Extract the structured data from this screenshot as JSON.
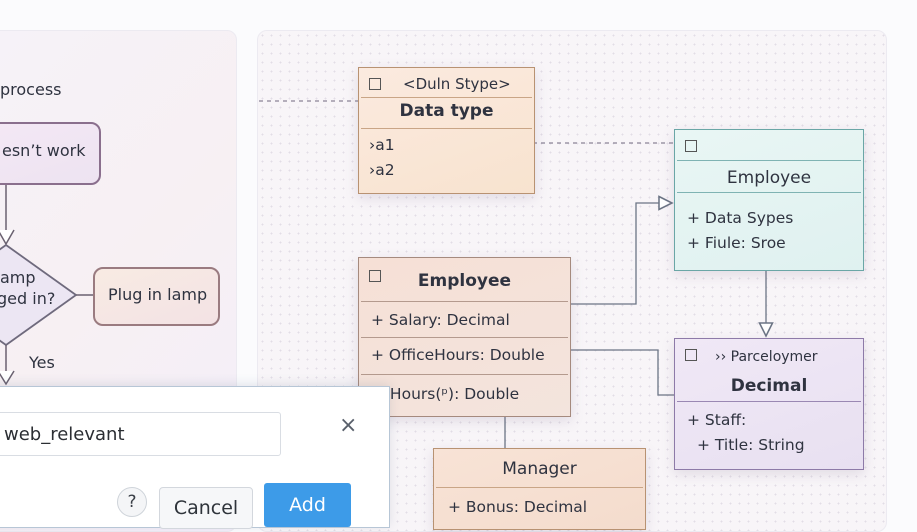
{
  "flowchart": {
    "start_label": "process",
    "problem_box": "esn’t work",
    "decision_line1": "amp",
    "decision_line2": "ged in?",
    "action_box": "Plug in lamp",
    "yes_label": "Yes"
  },
  "uml": {
    "datatype": {
      "stereotype": "<Duln Stype>",
      "title": "Data type",
      "attrs": [
        "›a1",
        "›a2"
      ]
    },
    "employee_right": {
      "title": "Employee",
      "attrs": [
        "+ Data Sypes",
        "+ Fiule: Sroe"
      ]
    },
    "employee_main": {
      "title": "Employee",
      "attrs": [
        "+ Salary: Decimal",
        "+ OfficeHours: Double",
        "CallHours(ᵖ): Double"
      ]
    },
    "decimal": {
      "stereotype": "›› Parceloymer",
      "title": "Decimal",
      "attrs": [
        "+ Staff:",
        "+ Title: String"
      ]
    },
    "manager": {
      "title": "Manager",
      "attrs": [
        "+ Bonus: Decimal"
      ]
    }
  },
  "dialog": {
    "input_value": "web_relevant",
    "close_glyph": "×",
    "help_glyph": "?",
    "cancel_label": "Cancel",
    "add_label": "Add"
  },
  "colors": {
    "accent": "#3d9be8",
    "datatype_fill": "#f8e3cf",
    "employee_right_fill": "#dff1f0",
    "decimal_fill": "#e8e0f1",
    "manager_fill": "#f4dccd"
  }
}
